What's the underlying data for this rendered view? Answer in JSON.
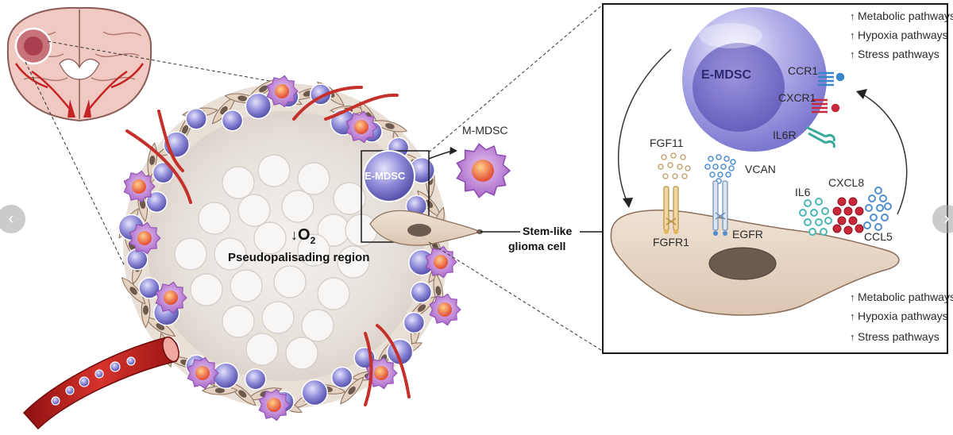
{
  "labels": {
    "m_mdsc": "M-MDSC",
    "e_mdsc_small": "E-MDSC",
    "o2": "O",
    "o2_sub": "2",
    "pseudopalisading": "Pseudopalisading region",
    "stem_like_1": "Stem-like",
    "stem_like_2": "glioma cell",
    "e_mdsc_large": "E-MDSC",
    "ccr1": "CCR1",
    "cxcr1": "CXCR1",
    "il6r": "IL6R",
    "fgf11": "FGF11",
    "vcan": "VCAN",
    "il6": "IL6",
    "cxcl8": "CXCL8",
    "ccl5": "CCL5",
    "fgfr1": "FGFR1",
    "egfr": "EGFR"
  },
  "pathways_top": [
    "Metabolic pathways",
    "Hypoxia pathways",
    "Stress pathways"
  ],
  "pathways_bottom": [
    "Metabolic pathways",
    "Hypoxia pathways",
    "Stress pathways"
  ],
  "nav": {
    "prev_glyph": "‹",
    "next_glyph": "›"
  },
  "colors": {
    "edmsc": "#7b78c9",
    "mmdsc": "#b56ad0",
    "glioma": "#e8d6c6",
    "vessel": "#c8231f",
    "il6": "#4bb7b4",
    "cxcl8": "#c8283a",
    "ccl5": "#4f8fd1",
    "fgf11": "#c4a574"
  }
}
